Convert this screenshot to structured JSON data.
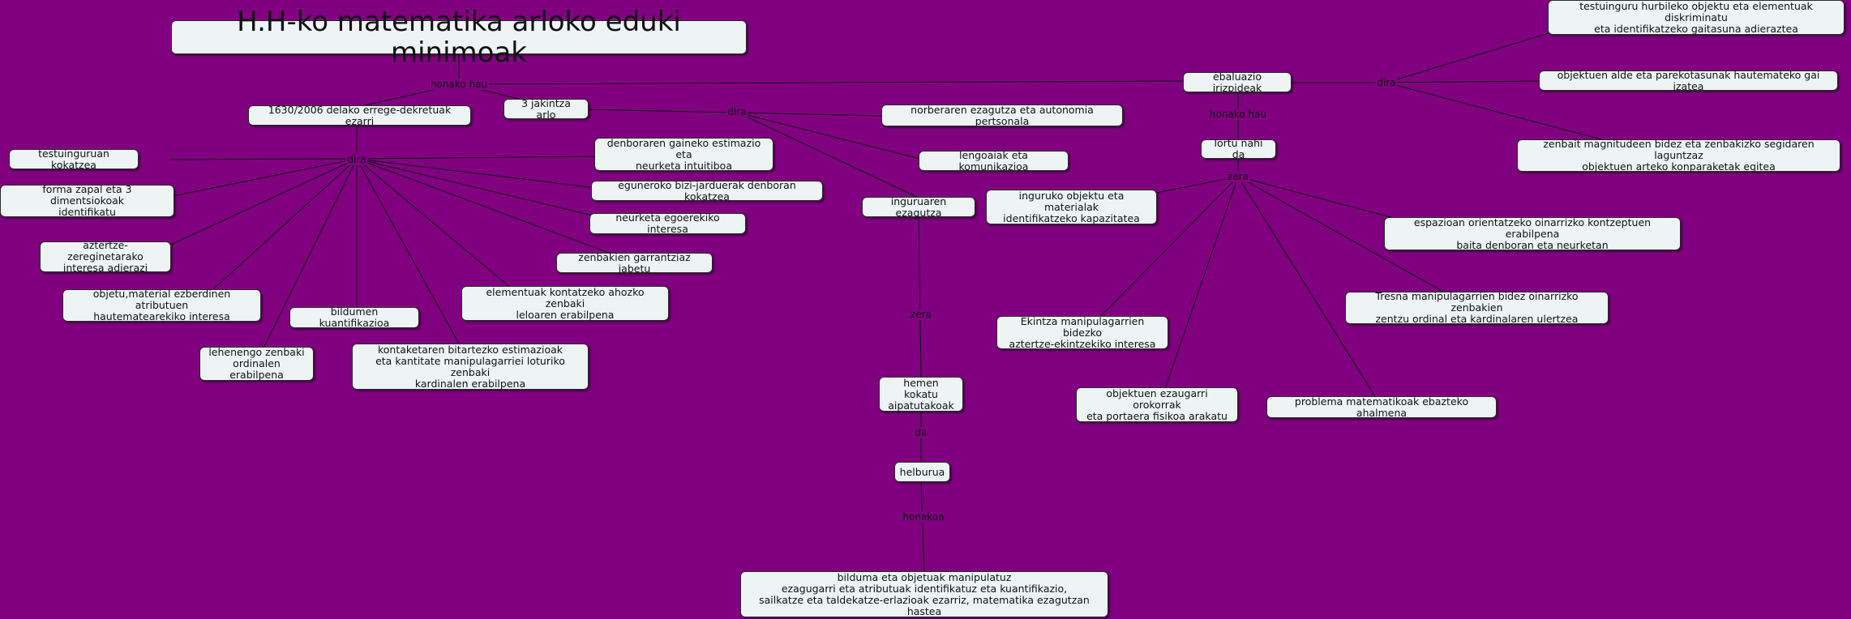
{
  "title": "H.H-ko matematika arloko eduki minimoak",
  "nodes": {
    "decree": "1630/2006 delako errege-dekretuak ezarri",
    "three_areas": "3 jakintza arlo",
    "eval": "ebaluazio irizpideak",
    "e1": "testuinguru hurbileko objektu eta elementuak diskriminatu\neta identifikatzeko gaitasuna adieraztea",
    "e2": "objektuen alde eta parekotasunak hautemateko gai izatea",
    "e3": "zenbait magnitudeen bidez eta zenbakizko segidaren laguntzaz\nobjektuen arteko konparaketak egitea",
    "lortu": "lortu nahi da",
    "l1": "inguruko objektu eta materialak\nidentifikatzeko kapazitatea",
    "l2": "espazioan orientatzeko oinarrizko kontzeptuen erabilpena\nbaita denboran eta neurketan",
    "l3": "Tresna manipulagarrien bidez oinarrizko zenbakien\nzentzu ordinal eta kardinalaren ulertzea",
    "l4": "Ekintza manipulagarrien bidezko\naztertze-ekintzekiko interesa",
    "l5": "objektuen ezaugarri orokorrak\neta portaera fisikoa arakatu",
    "l6": "problema matematikoak ebazteko ahalmena",
    "a1": "norberaren ezagutza eta autonomia pertsonala",
    "a2": "lengoaiak eta komunikazioa",
    "a3": "inguruaren ezagutza",
    "hemen": "hemen kokatu\naipatutakoak",
    "helburua": "helburua",
    "final": "bilduma eta objetuak manipulatuz\nezagugarri eta atributuak identifikatuz eta kuantifikazio,\nsailkatze eta taldekatze-erlazioak ezarriz, matematika ezagutzan hastea",
    "d1": "testuinguruan kokatzea",
    "d2": "forma zapal eta 3 dimentsiokoak\nidentifikatu",
    "d3": "aztertze-zereginetarako\ninteresa adierazi",
    "d4": "objetu,material ezberdinen atributuen\nhautematearekiko interesa",
    "d5": "lehenengo zenbaki\nordinalen erabilpena",
    "d6": "bildumen kuantifikazioa",
    "d7": "kontaketaren bitartezko estimazioak\neta kantitate manipulagarriei loturiko zenbaki\nkardinalen erabilpena",
    "d8": "elementuak kontatzeko ahozko zenbaki\nleloaren erabilpena",
    "d9": "zenbakien garrantziaz jabetu",
    "d10": "neurketa egoerekiko interesa",
    "d11": "eguneroko bizi-jarduerak denboran kokatzea",
    "d12": "denboraren gaineko estimazio eta\nneurketa intuitiboa"
  },
  "links": {
    "honako_hau_1": "honako hau",
    "dira_left": "dira",
    "dira_mid": "dira",
    "dira_right": "dira",
    "honako_hau_2": "honako hau",
    "zera_right": "zera",
    "zera_mid": "zera",
    "da": "da",
    "honakoa": "honakoa"
  }
}
